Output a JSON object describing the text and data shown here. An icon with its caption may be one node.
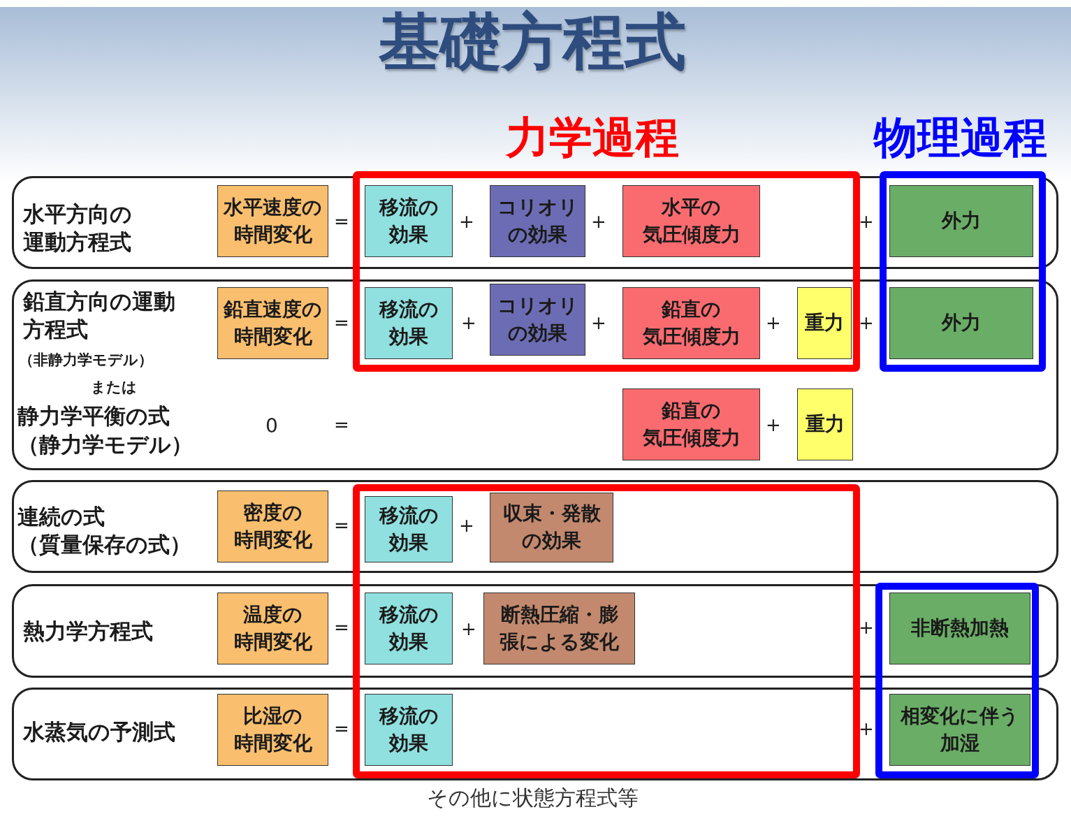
{
  "diagram": {
    "title": "基礎方程式",
    "caption": "その他に状態方程式等",
    "nodes": [
      {
        "text": [
          "力学過程"
        ]
      },
      {
        "text": [
          "物理過程"
        ]
      },
      {
        "text": [
          "水平方向の運動方程式"
        ]
      },
      {
        "text": [
          "水平速度の時間変化"
        ],
        "in": 2
      },
      {
        "text": [
          "移流の効果"
        ]
      },
      {
        "text": [
          "コリオリの効果"
        ]
      },
      {
        "text": [
          "水平の気圧傾度力"
        ]
      },
      {
        "text": [
          "外力"
        ]
      },
      {
        "text": [
          "鉛直方向の運動方程式",
          "（非静力学モデル）",
          "または",
          "静力学平衡の式（静力学モデル）"
        ]
      },
      {
        "text": [
          "鉛直速度の時間変化"
        ],
        "in": 8
      },
      {
        "text": [
          "移流の効果"
        ]
      },
      {
        "text": [
          "コリオリの効果"
        ]
      },
      {
        "text": [
          "鉛直の気圧傾度力"
        ]
      },
      {
        "text": [
          "重力"
        ]
      },
      {
        "text": [
          "外力"
        ]
      },
      {
        "text": [
          "鉛直の気圧傾度力"
        ],
        "in": 8
      },
      {
        "text": [
          "重力"
        ],
        "in": 8
      },
      {
        "text": [],
        "shape": "box"
      },
      {
        "text": [],
        "shape": "box"
      },
      {
        "text": [
          "連続の式（質量保存の式）"
        ]
      },
      {
        "text": [
          "密度の時間変化"
        ],
        "in": 19
      },
      {
        "text": [
          "移流の効果"
        ]
      },
      {
        "text": [
          "収束・発散の効果"
        ]
      },
      {
        "text": [
          "熱力学方程式"
        ]
      },
      {
        "text": [
          "温度の時間変化"
        ],
        "in": 23
      },
      {
        "text": [
          "移流の効果"
        ]
      },
      {
        "text": [
          "断熱圧縮・膨張による変化"
        ]
      },
      {
        "text": [
          "非断熱加熱"
        ]
      },
      {
        "text": [
          "水蒸気の予測式"
        ]
      },
      {
        "text": [
          "比湿の時間変化"
        ],
        "in": 28
      },
      {
        "text": [
          "移流の効果"
        ]
      },
      {
        "text": [
          "相変化に伴う加湿"
        ]
      }
    ],
    "labels": [
      "=",
      "+",
      "+",
      "+",
      "=",
      "+",
      "+",
      "+",
      "+",
      "0",
      "=",
      "+",
      "=",
      "+",
      "=",
      "+",
      "+",
      "=",
      "+"
    ]
  }
}
